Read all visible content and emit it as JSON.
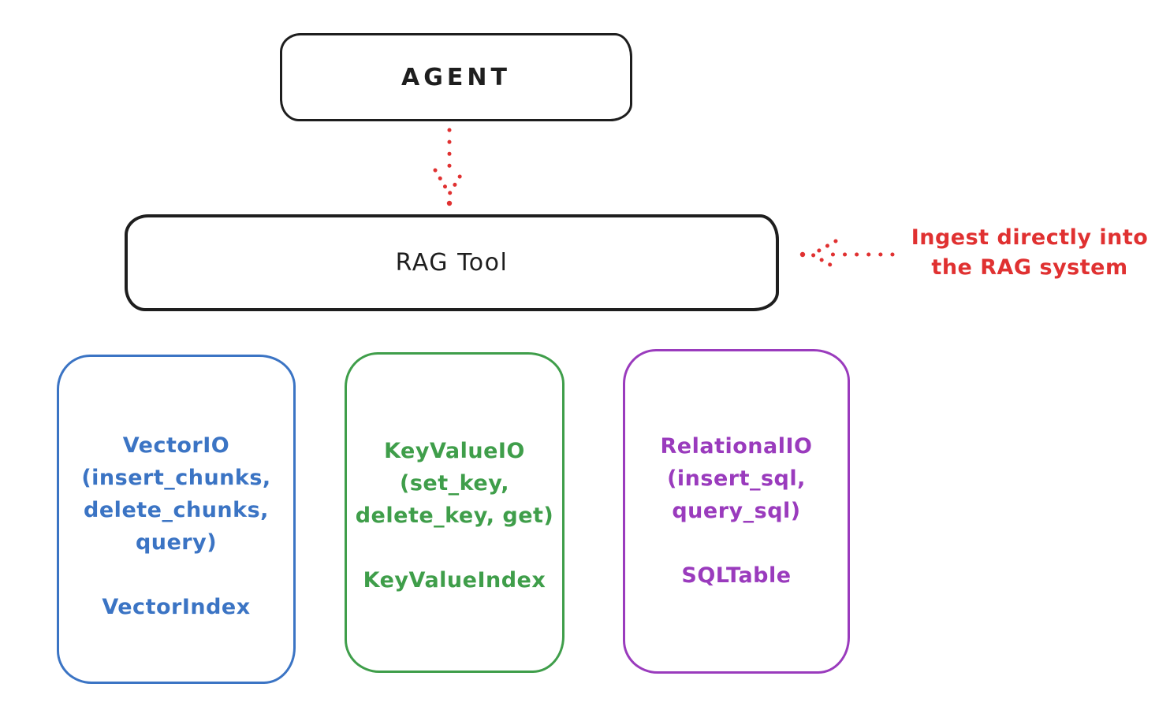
{
  "diagram": {
    "agent_box": {
      "label": "AGENT"
    },
    "rag_tool_box": {
      "label": "RAG Tool"
    },
    "annotation": {
      "line1": "Ingest directly into",
      "line2": "the RAG system",
      "color": "#e03131"
    },
    "arrows": {
      "style": "dotted",
      "color": "#e03131"
    },
    "stores": [
      {
        "name": "vector-io",
        "color": "#3b74c4",
        "lines": [
          "VectorIO",
          "(insert_chunks,",
          "delete_chunks,",
          "query)"
        ],
        "index_label": "VectorIndex"
      },
      {
        "name": "keyvalue-io",
        "color": "#3f9e4a",
        "lines": [
          "KeyValueIO",
          "(set_key,",
          "delete_key, get)"
        ],
        "index_label": "KeyValueIndex"
      },
      {
        "name": "relational-io",
        "color": "#9a3bbd",
        "lines": [
          "RelationalIO",
          "(insert_sql,",
          "query_sql)"
        ],
        "index_label": "SQLTable"
      }
    ],
    "colors": {
      "stroke": "#1e1e1e",
      "background": "#ffffff"
    }
  }
}
